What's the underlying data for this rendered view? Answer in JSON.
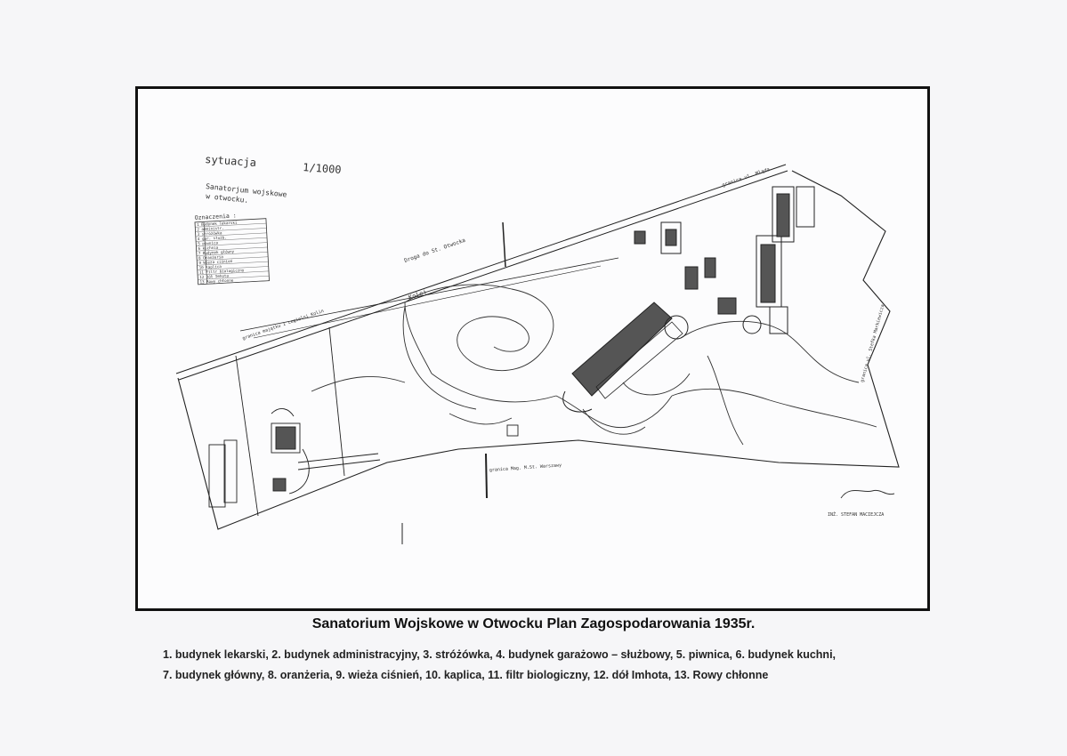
{
  "caption": {
    "title": "Sanatorium Wojskowe w Otwocku Plan Zagospodarowania 1935r.",
    "line1": "1.   budynek lekarski, 2. budynek administracyjny, 3. stróżówka, 4. budynek garażowo – służbowy, 5. piwnica, 6. budynek kuchni,",
    "line2": "7. budynek główny, 8. oranżeria, 9. wieża ciśnień, 10. kaplica, 11. filtr biologiczny, 12.  dół Imhota, 13. Rowy chłonne"
  },
  "plan": {
    "heading": "sytuacja",
    "scale": "1/1000",
    "subtitle_line1": "Sanatorjum wojskowe",
    "subtitle_line2": "w otwocku.",
    "legend_title": "Oznaczenia :",
    "legend_items": [
      "1 Budynek lekarski",
      "2 administr.",
      "3 stróżówka",
      "4 gar. służb.",
      "5 piwnica",
      "6 kuchnia",
      "7 Budynek główny",
      "8 Oranżeria",
      "9 Wieża ciśnień",
      "10 Kaplica",
      "11 Filtr biologiczny",
      "12 Dół Imhota",
      "13 Rowy chłonne"
    ],
    "annotations": {
      "road_top": "Droga do St. Otwocka",
      "railway": "Kolej",
      "border_left": "granica majątku i cegielni Kolin",
      "border_top_right": "granica ul. Mląda",
      "border_right": "granica ul. Stefka Markiewicza",
      "border_bottom": "granica Mag. M.St. Warszawy",
      "signature_name": "INŻ. STEFAN MACIEJCZA"
    },
    "colors": {
      "ink": "#222222",
      "building_fill": "#555555",
      "paper": "#fcfcfd"
    }
  }
}
